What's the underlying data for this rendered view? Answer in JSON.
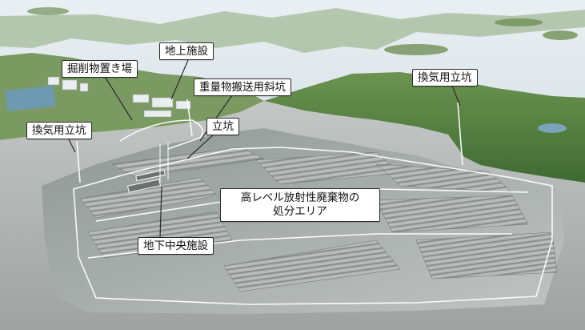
{
  "callouts": {
    "ground_facility": "地上施設",
    "excavated_soil_storage": "掘削物置き場",
    "heavy_transport_incline": "重量物搬送用斜坑",
    "main_shaft": "立坑",
    "ventilation_shaft_left": "換気用立坑",
    "ventilation_shaft_right": "換気用立坑",
    "disposal_area_line1": "高レベル放射性廃棄物の",
    "disposal_area_line2": "処分エリア",
    "underground_central_facility": "地下中央施設"
  },
  "colors": {
    "sea": "#b9ccd6",
    "sky_haze": "#e3ebef",
    "forest": "#4f7a3a",
    "rock_face": "#aeb2b0",
    "rock_dark": "#7c8280",
    "disposal_floor": "#b4b8b6",
    "tunnel_line": "#ffffff",
    "callout_border": "#2b2b2b"
  }
}
